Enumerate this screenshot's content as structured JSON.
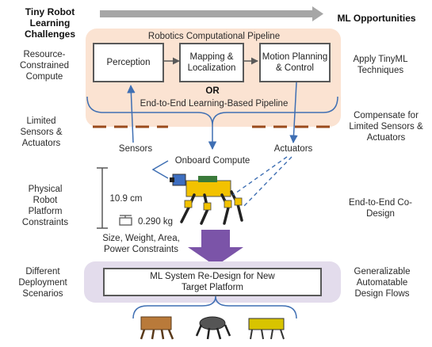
{
  "header": {
    "challenges_title": "Tiny Robot Learning Challenges",
    "opportunities_title": "ML Opportunities"
  },
  "pipeline": {
    "title": "Robotics Computational Pipeline",
    "stages": [
      "Perception",
      "Mapping & Localization",
      "Motion Planning & Control"
    ],
    "or_label": "OR",
    "alt_label": "End-to-End Learning-Based Pipeline"
  },
  "challenges": [
    "Resource-Constrained Compute",
    "Limited Sensors & Actuators",
    "Physical Robot Platform Constraints",
    "Different Deployment Scenarios"
  ],
  "opportunities": [
    "Apply TinyML Techniques",
    "Compensate for Limited Sensors & Actuators",
    "End-to-End Co-Design",
    "Generalizable Automatable Design Flows"
  ],
  "robot": {
    "sensors_label": "Sensors",
    "compute_label": "Onboard Compute",
    "actuators_label": "Actuators",
    "height_label": "10.9 cm",
    "weight_label": "0.290 kg",
    "swap_label": "Size, Weight, Area, Power Constraints"
  },
  "redesign": {
    "label": "ML System Re-Design for New Target Platform"
  },
  "colors": {
    "pipeline_bg": "#fbe3d2",
    "redesign_bg": "#e3dcec",
    "arrow_purple": "#7b54a8",
    "arrow_blue": "#3f6fb3",
    "dash_brown": "#9a4b1c",
    "header_bar": "#a6a6a6",
    "robot_yellow": "#f2c200"
  }
}
